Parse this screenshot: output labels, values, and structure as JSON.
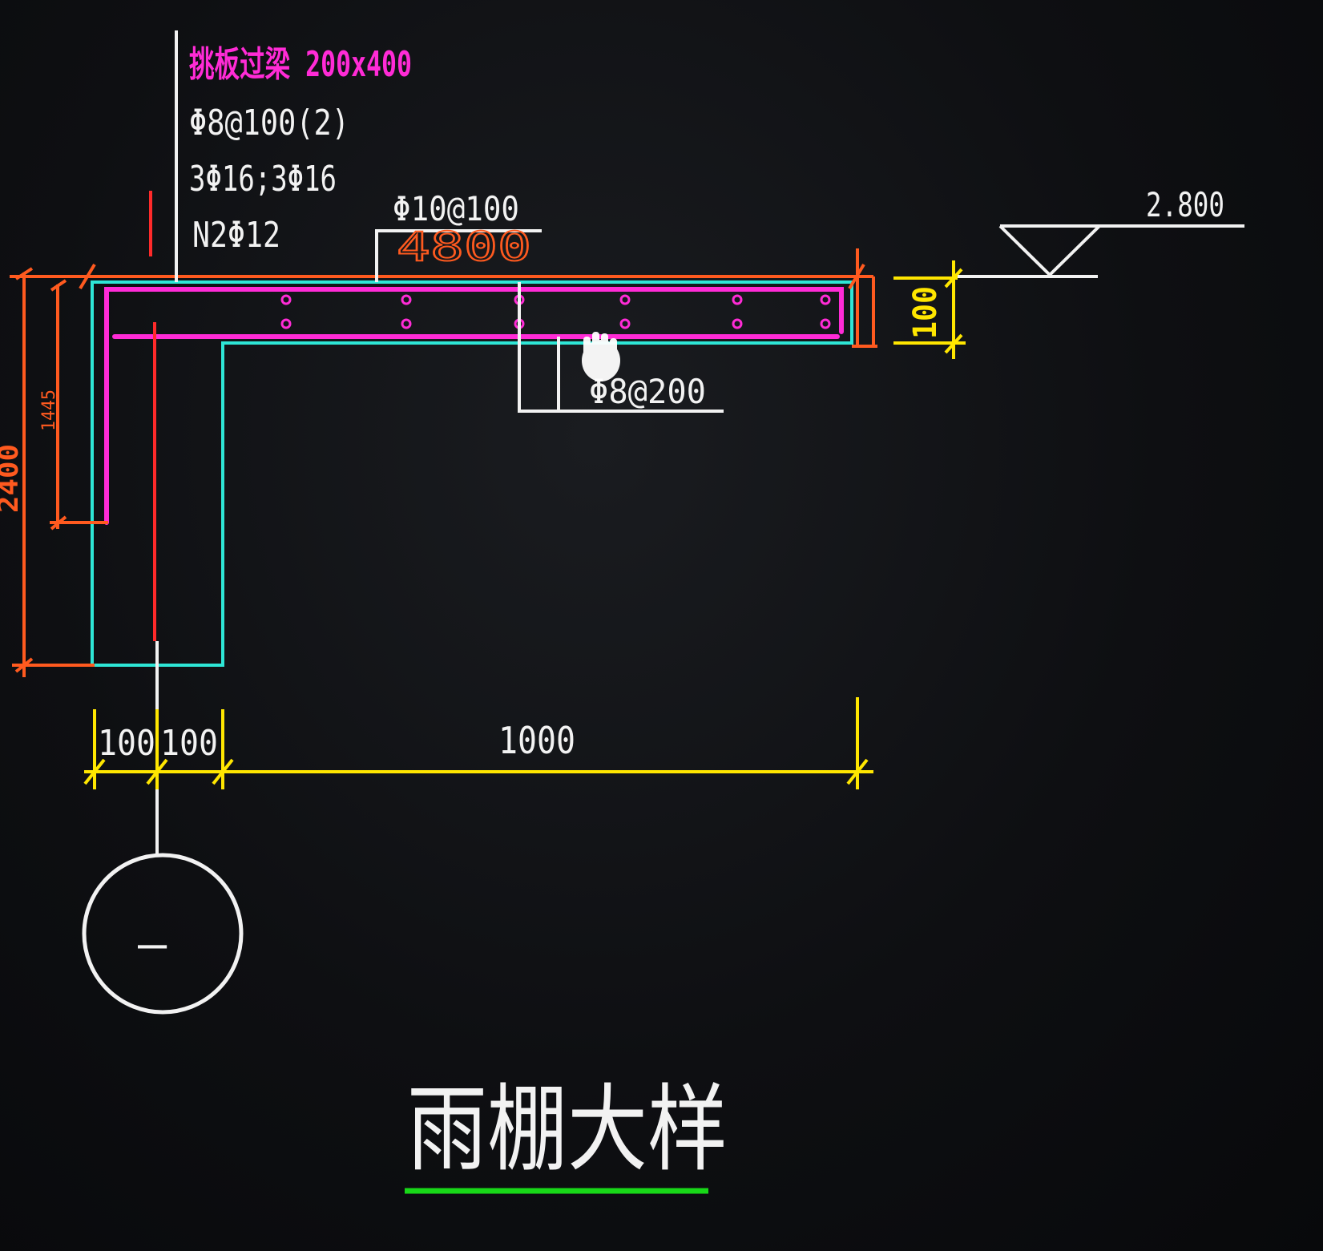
{
  "drawing": {
    "title": "雨棚大样",
    "beam_annotation": {
      "name_and_size": "挑板过梁 200x400",
      "stirrups": "Φ8@100(2)",
      "longitudinal_bars": "3Φ16;3Φ16",
      "side_bars": "N2Φ12"
    },
    "top_bar_label": "Φ10@100",
    "top_bar_length": "4800",
    "distribution_bar_label": "Φ8@200",
    "elevation_value": "2.800",
    "dimensions": {
      "slab_thickness": "100",
      "beam_height_total": "2400",
      "inner_leg": "1445",
      "wall_left": "100",
      "wall_right": "100",
      "cantilever_length": "1000"
    },
    "axis_marker": "–",
    "colors": {
      "background": "#0d0e10",
      "dimension_orange": "#ff5a1f",
      "dimension_yellow": "#ffe600",
      "rebar_magenta": "#ff2bd6",
      "concrete_cyan": "#2ee6d6",
      "text_white": "#f2f2f2",
      "axis_red": "#ff2a2a",
      "title_underline": "#18d818"
    }
  }
}
